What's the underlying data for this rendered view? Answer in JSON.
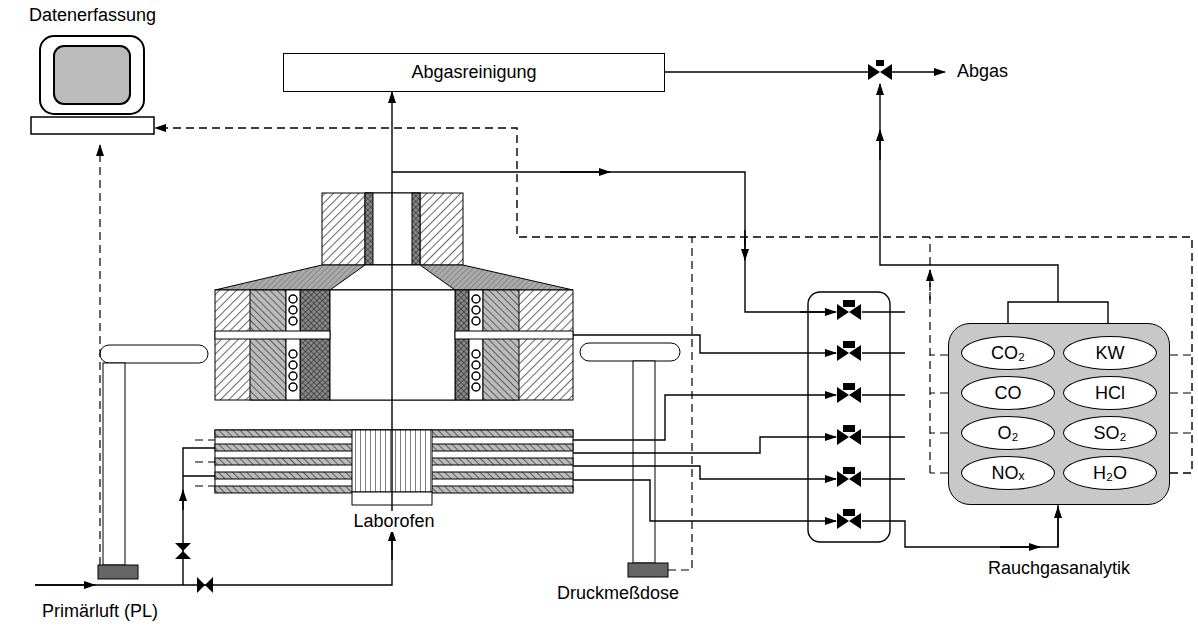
{
  "diagram": {
    "nodes": [
      {
        "text": [
          "Datenerfassung"
        ]
      },
      {
        "text": [
          "Abgasreinigung"
        ]
      },
      {
        "text": [
          "Laborofen"
        ]
      },
      {
        "text": [
          "Rauchgasanalytik"
        ]
      },
      {
        "text": [
          "CO₂"
        ],
        "in": 3
      },
      {
        "text": [
          "KW"
        ],
        "in": 3
      },
      {
        "text": [
          "CO"
        ],
        "in": 3
      },
      {
        "text": [
          "HCl"
        ],
        "in": 3
      },
      {
        "text": [
          "O₂"
        ],
        "in": 3
      },
      {
        "text": [
          "SO₂"
        ],
        "in": 3
      },
      {
        "text": [
          "NOₓ"
        ],
        "in": 3
      },
      {
        "text": [
          "H₂O"
        ],
        "in": 3
      }
    ],
    "edges": [
      {
        "from": 2,
        "to": 1,
        "arrow": "to"
      },
      {
        "from": 3,
        "to": 0,
        "arrow": "to"
      }
    ],
    "labels": [
      "Abgas",
      "Druckmeßdose",
      "Primärluft (PL)"
    ]
  }
}
